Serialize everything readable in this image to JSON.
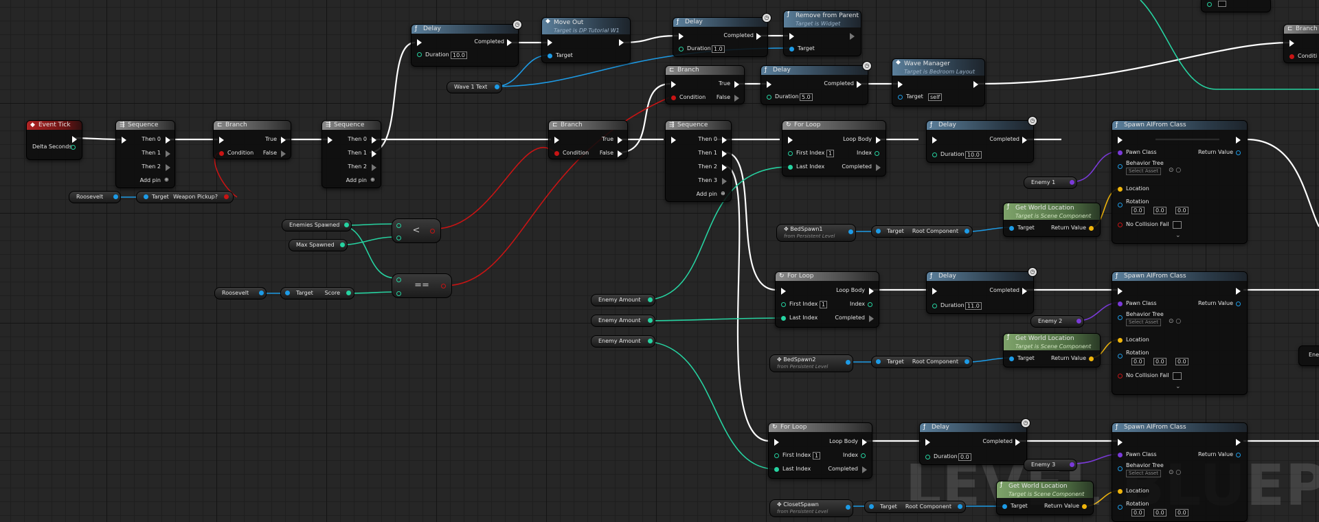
{
  "watermark": "LEVEL BLUEPRINT",
  "colors": {
    "exec": "#ffffff",
    "integer": "#26d3a1",
    "object": "#1d9be6",
    "bool": "#c81414",
    "class": "#7a3ad9",
    "vector": "#f0b50c",
    "function_header": "#5b7f9b",
    "event_header": "#b02424"
  },
  "icons": {
    "function": "function-icon",
    "macro": "branch-icon",
    "event": "event-icon",
    "clock": "latent-clock-icon",
    "add": "add-pin-icon",
    "loop": "loop-icon",
    "get": "variable-icon"
  },
  "event_tick": {
    "title": "Event Tick",
    "delta": "Delta Seconds"
  },
  "seq1": {
    "title": "Sequence",
    "then0": "Then 0",
    "then1": "Then 1",
    "then2": "Then 2",
    "add": "Add pin"
  },
  "branch1": {
    "title": "Branch",
    "cond": "Condition",
    "t": "True",
    "f": "False"
  },
  "roosevelt1": "Roosevelt",
  "weapon": {
    "target": "Target",
    "label": "Weapon Pickup?"
  },
  "seq2": {
    "title": "Sequence",
    "then0": "Then 0",
    "then1": "Then 1",
    "then2": "Then 2",
    "add": "Add pin"
  },
  "delay1": {
    "title": "Delay",
    "completed": "Completed",
    "duration": "Duration",
    "val": "10.0"
  },
  "moveout": {
    "title": "Move Out",
    "sub": "Target is DP Tutorial W1",
    "target": "Target"
  },
  "wave1text": "Wave 1 Text",
  "delay2": {
    "title": "Delay",
    "completed": "Completed",
    "duration": "Duration",
    "val": "1.0"
  },
  "remove": {
    "title": "Remove from Parent",
    "sub": "Target is Widget",
    "target": "Target"
  },
  "branch_top": {
    "title": "Branch",
    "cond": "Condition",
    "t": "True",
    "f": "False"
  },
  "delay3": {
    "title": "Delay",
    "completed": "Completed",
    "duration": "Duration",
    "val": "5.0"
  },
  "wavemgr": {
    "title": "Wave Manager",
    "sub": "Target is Bedroom Layout",
    "target": "Target",
    "val": "self"
  },
  "branch2": {
    "title": "Branch",
    "cond": "Condition",
    "t": "True",
    "f": "False"
  },
  "seq3": {
    "title": "Sequence",
    "then0": "Then 0",
    "then1": "Then 1",
    "then2": "Then 2",
    "then3": "Then 3",
    "add": "Add pin"
  },
  "enemies_spawned": "Enemies Spawned",
  "max_spawned": "Max Spawned",
  "lt": "<",
  "eq": "==",
  "roosevelt2": "Roosevelt",
  "score": {
    "target": "Target",
    "label": "Score"
  },
  "enemy_amount": [
    "Enemy Amount",
    "Enemy Amount",
    "Enemy Amount"
  ],
  "forloop1": {
    "title": "For Loop",
    "body": "Loop Body",
    "first": "First Index",
    "first_val": "1",
    "index": "Index",
    "last": "Last Index",
    "completed": "Completed"
  },
  "forloop2": {
    "title": "For Loop",
    "body": "Loop Body",
    "first": "First Index",
    "first_val": "1",
    "index": "Index",
    "last": "Last Index",
    "completed": "Completed"
  },
  "forloop3": {
    "title": "For Loop",
    "body": "Loop Body",
    "first": "First Index",
    "first_val": "1",
    "index": "Index",
    "last": "Last Index",
    "completed": "Completed"
  },
  "delay4": {
    "title": "Delay",
    "completed": "Completed",
    "duration": "Duration",
    "val": "10.0"
  },
  "delay5": {
    "title": "Delay",
    "completed": "Completed",
    "duration": "Duration",
    "val": "11.0"
  },
  "delay6": {
    "title": "Delay",
    "completed": "Completed",
    "duration": "Duration",
    "val": "0.0"
  },
  "spawn1": {
    "title": "Spawn AIFrom Class",
    "pawn": "Pawn Class",
    "bt": "Behavior Tree",
    "select": "Select Asset",
    "loc": "Location",
    "rot": "Rotation",
    "rx": "0.0",
    "ry": "0.0",
    "rz": "0.0",
    "nocol": "No Collision Fail",
    "ret": "Return Value"
  },
  "spawn2": {
    "title": "Spawn AIFrom Class",
    "pawn": "Pawn Class",
    "bt": "Behavior Tree",
    "select": "Select Asset",
    "loc": "Location",
    "rot": "Rotation",
    "rx": "0.0",
    "ry": "0.0",
    "rz": "0.0",
    "nocol": "No Collision Fail",
    "ret": "Return Value"
  },
  "spawn3": {
    "title": "Spawn AIFrom Class",
    "pawn": "Pawn Class",
    "bt": "Behavior Tree",
    "select": "Select Asset",
    "loc": "Location",
    "rot": "Rotation",
    "rx": "0.0",
    "ry": "0.0",
    "rz": "0.0",
    "ret": "Return Value"
  },
  "enemy1": "Enemy 1",
  "enemy2": "Enemy 2",
  "enemy3": "Enemy 3",
  "bedspawn1": {
    "name": "BedSpawn1",
    "sub": "from Persistent Level"
  },
  "bedspawn2": {
    "name": "BedSpawn2",
    "sub": "from Persistent Level"
  },
  "closetspawn": {
    "name": "ClosetSpawn",
    "sub": "from Persistent Level"
  },
  "rootcomp": {
    "target": "Target",
    "label": "Root Component"
  },
  "gwl": {
    "title": "Get World Location",
    "sub": "Target is Scene Component",
    "target": "Target",
    "ret": "Return Value"
  },
  "branch_edge": {
    "title": "Branch",
    "cond": "Conditi"
  },
  "edge_label": "Ene"
}
